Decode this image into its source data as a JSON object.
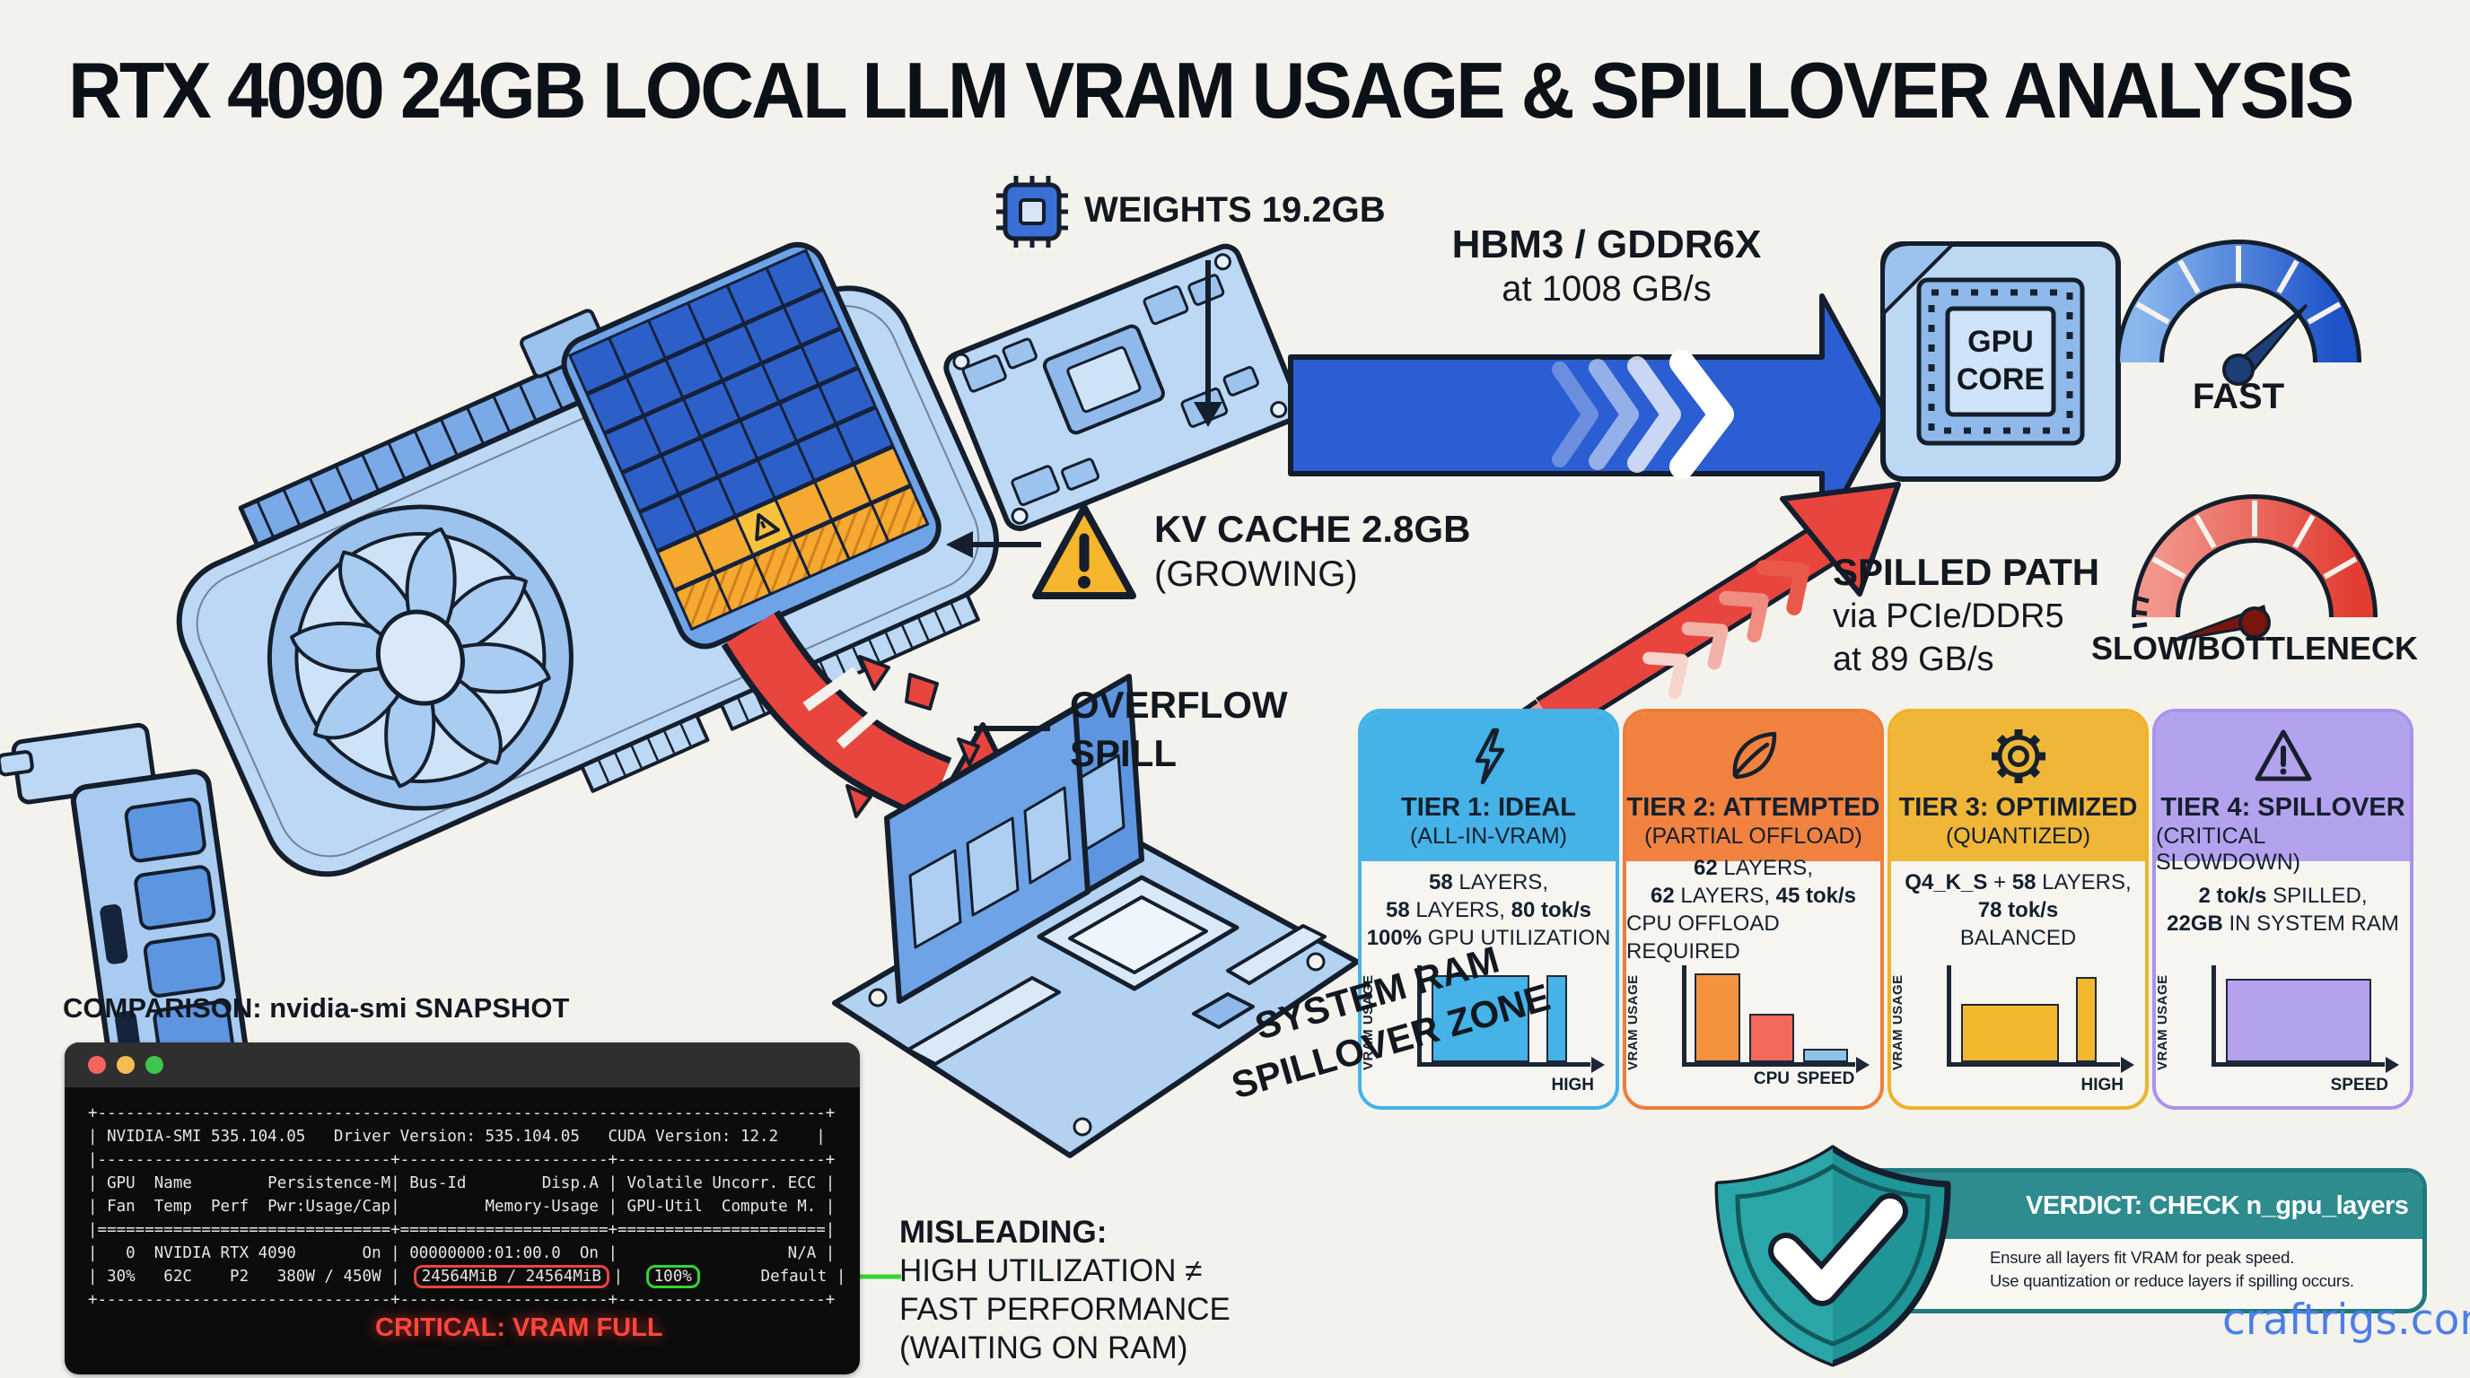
{
  "title": "RTX 4090 24GB LOCAL LLM VRAM USAGE & SPILLOVER ANALYSIS",
  "colors": {
    "background": "#f4f2ec",
    "fast_blue": "#2b5ed2",
    "spill_red": "#e8453f",
    "tier1_blue": "#45b2e8",
    "tier2_orange": "#ef7d3a",
    "tier3_amber": "#eeb32a",
    "tier4_purple": "#a993ea",
    "verdict_teal": "#2e8b8e",
    "terminal_green": "#35d435",
    "watermark_blue": "#4c7ee8"
  },
  "weights_label": "WEIGHTS 19.2GB",
  "hbm": {
    "line1": "HBM3 / GDDR6X",
    "line2": "at 1008 GB/s"
  },
  "gpu_core": {
    "line1": "GPU",
    "line2": "CORE"
  },
  "fast_label": "FAST",
  "slow_label": "SLOW/BOTTLENECK",
  "kv_cache": {
    "line1": "KV CACHE 2.8GB",
    "line2": "(GROWING)"
  },
  "overflow": {
    "line1": "OVERFLOW",
    "line2": "SPILL"
  },
  "spilled_path": {
    "line1": "SPILLED PATH",
    "line2": "via PCIe/DDR5",
    "line3": "at 89 GB/s"
  },
  "system_ram": {
    "line1": "SYSTEM RAM",
    "line2": "SPILLOVER ZONE"
  },
  "comparison_label": "COMPARISON: nvidia-smi SNAPSHOT",
  "terminal": {
    "lines": [
      "+-----------------------------------------------------------------------------+",
      "| NVIDIA-SMI 535.104.05   Driver Version: 535.104.05   CUDA Version: 12.2    |",
      "|-------------------------------+----------------------+----------------------+",
      "| GPU  Name        Persistence-M| Bus-Id        Disp.A | Volatile Uncorr. ECC |",
      "| Fan  Temp  Perf  Pwr:Usage/Cap|         Memory-Usage | GPU-Util  Compute M. |",
      "|===============================+======================+======================|",
      "|   0  NVIDIA RTX 4090       On | 00000000:01:00.0  On |                  N/A |",
      "+-------------------------------+----------------------+----------------------+"
    ],
    "gpu_row": {
      "p1": "| 30%   62C    P2   380W / 450W |  ",
      "memory": "24564MiB / 24564MiB",
      "p2": " |   ",
      "util": "100%",
      "p3": "       Default |"
    },
    "critical_label": "CRITICAL: VRAM FULL"
  },
  "misleading": {
    "line1": "MISLEADING:",
    "line2": "HIGH UTILIZATION ≠",
    "line3": "FAST PERFORMANCE",
    "line4": "(WAITING ON RAM)"
  },
  "verdict": {
    "title": "VERDICT: CHECK n_gpu_layers",
    "body1": "Ensure all layers fit VRAM for peak speed.",
    "body2": "Use quantization or reduce layers if spilling occurs."
  },
  "watermark": "craftrigs.com",
  "tiers": [
    {
      "icon": "lightning-icon",
      "title": "TIER 1: IDEAL",
      "subtitle": "(ALL-IN-VRAM)",
      "accent": "#45b2e8",
      "header_bg": "#45b2e8",
      "stats": [
        [
          {
            "t": "58",
            "b": 1
          },
          {
            "t": " LAYERS,"
          }
        ],
        [
          {
            "t": "58",
            "b": 1
          },
          {
            "t": " LAYERS, "
          },
          {
            "t": "80 tok/s",
            "b": 1
          }
        ],
        [
          {
            "t": "100%",
            "b": 1
          },
          {
            "t": " GPU UTILIZATION"
          }
        ]
      ],
      "chart": {
        "type": "bar",
        "ylabel": "VRAM USAGE",
        "xlabel": "HIGH",
        "bars": [
          {
            "color": "#45b2e8",
            "x": 6,
            "w": 58,
            "h": 90
          },
          {
            "color": "#45b2e8",
            "x": 74,
            "w": 12,
            "h": 90
          }
        ]
      }
    },
    {
      "icon": "leaf-icon",
      "title": "TIER 2: ATTEMPTED",
      "subtitle": "(PARTIAL OFFLOAD)",
      "accent": "#ef7d3a",
      "header_bg": "#f2823f",
      "stats": [
        [
          {
            "t": "62",
            "b": 1
          },
          {
            "t": " LAYERS,"
          }
        ],
        [
          {
            "t": "62",
            "b": 1
          },
          {
            "t": " LAYERS, "
          },
          {
            "t": "45 tok/s",
            "b": 1
          }
        ],
        [
          {
            "t": "CPU OFFLOAD REQUIRED"
          }
        ]
      ],
      "chart": {
        "type": "bar",
        "ylabel": "VRAM USAGE",
        "xlabel": "",
        "bars": [
          {
            "color": "#f5923e",
            "x": 5,
            "w": 27,
            "h": 92
          },
          {
            "color": "#f4695c",
            "x": 37,
            "w": 27,
            "h": 50,
            "label": "CPU"
          },
          {
            "color": "#8fc3e8",
            "x": 69,
            "w": 27,
            "h": 14,
            "label": "SPEED"
          }
        ]
      }
    },
    {
      "icon": "gear-icon",
      "title": "TIER 3: OPTIMIZED",
      "subtitle": "(QUANTIZED)",
      "accent": "#eeb32a",
      "header_bg": "#f0b637",
      "stats": [
        [
          {
            "t": "Q4_K_S",
            "b": 1
          },
          {
            "t": " + "
          },
          {
            "t": "58",
            "b": 1
          },
          {
            "t": " LAYERS,"
          }
        ],
        [
          {
            "t": "78 tok/s",
            "b": 1
          }
        ],
        [
          {
            "t": "BALANCED"
          }
        ]
      ],
      "chart": {
        "type": "bar",
        "ylabel": "VRAM USAGE",
        "xlabel": "HIGH",
        "bars": [
          {
            "color": "#f3b72e",
            "x": 6,
            "w": 58,
            "h": 60
          },
          {
            "color": "#f3b72e",
            "x": 74,
            "w": 12,
            "h": 88
          }
        ]
      }
    },
    {
      "icon": "warning-icon",
      "title": "TIER 4: SPILLOVER",
      "subtitle": "(CRITICAL SLOWDOWN)",
      "accent": "#a993ea",
      "header_bg": "#b5a2ee",
      "stats": [
        [
          {
            "t": "2 tok/s",
            "b": 1
          },
          {
            "t": " SPILLED,"
          }
        ],
        [
          {
            "t": "22GB",
            "b": 1
          },
          {
            "t": " IN SYSTEM RAM"
          }
        ]
      ],
      "chart": {
        "type": "bar",
        "ylabel": "VRAM USAGE",
        "xlabel": "SPEED",
        "bars": [
          {
            "color": "#b5a2ee",
            "x": 6,
            "w": 86,
            "h": 86
          }
        ]
      }
    }
  ]
}
